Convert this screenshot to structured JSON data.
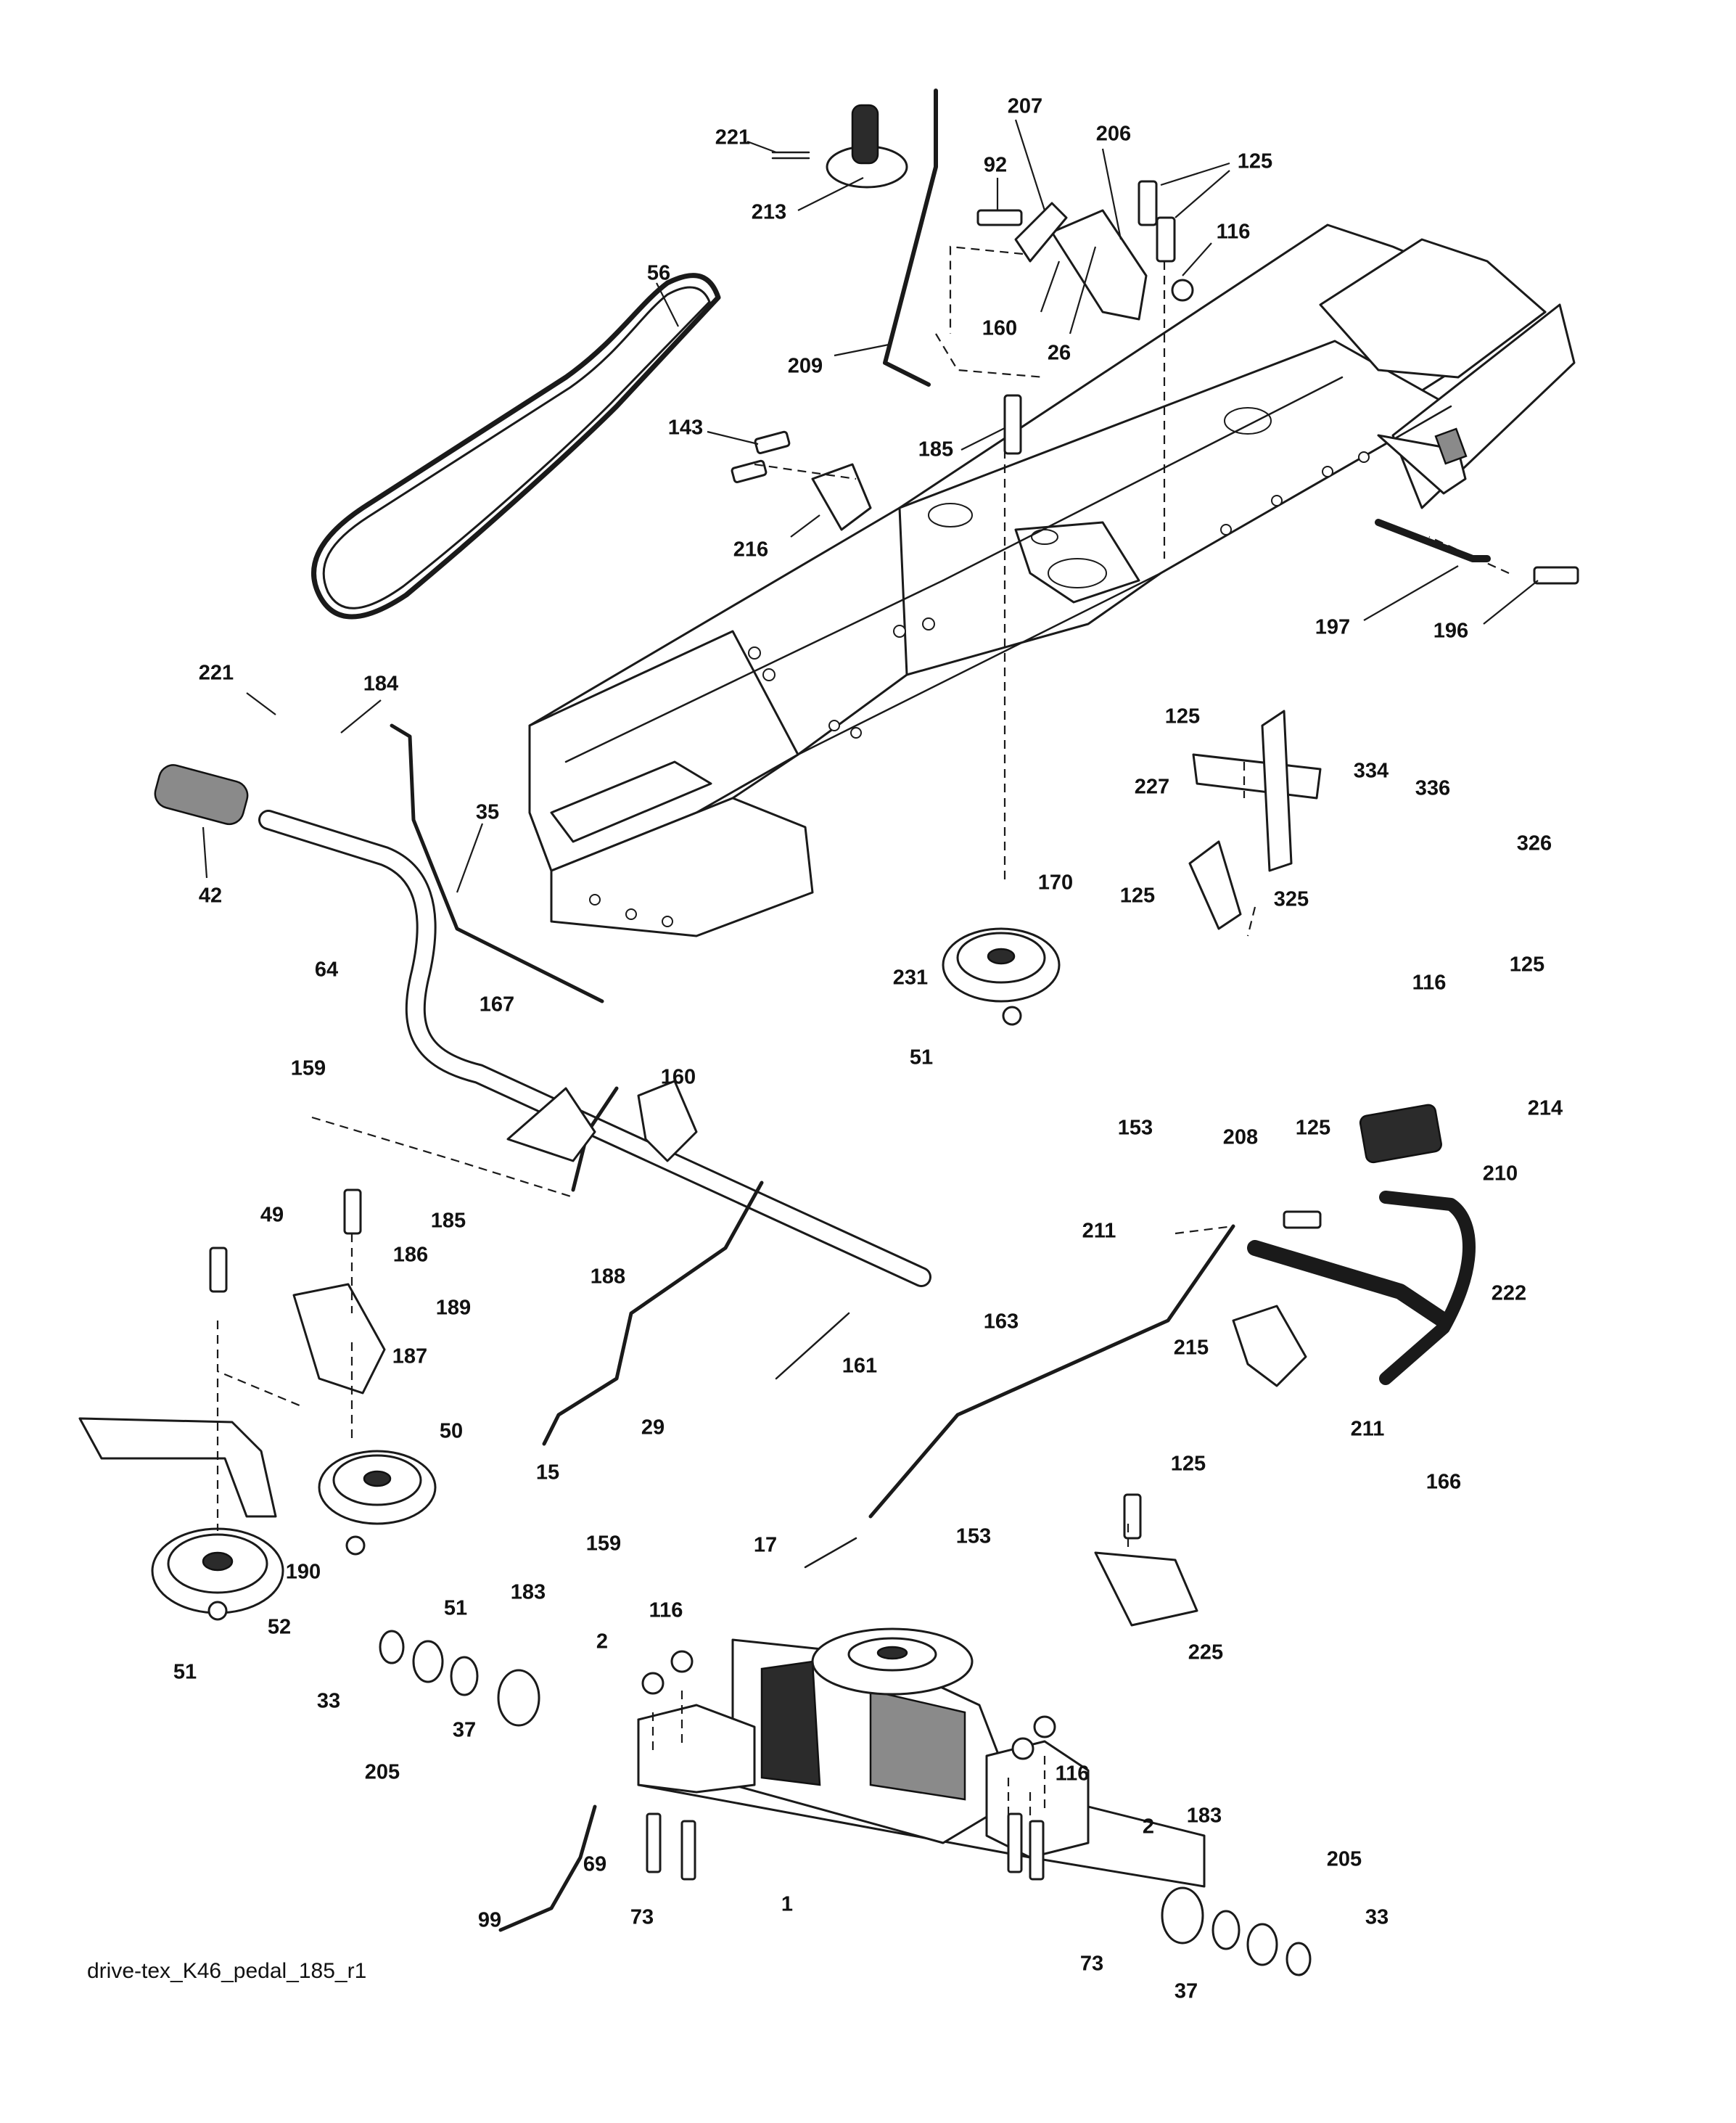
{
  "caption": "drive-tex_K46_pedal_185_r1",
  "labels": [
    "221",
    "213",
    "207",
    "92",
    "125",
    "206",
    "116",
    "56",
    "160",
    "26",
    "209",
    "143",
    "185",
    "216",
    "197",
    "196",
    "221",
    "184",
    "35",
    "42",
    "125",
    "334",
    "227",
    "336",
    "326",
    "125",
    "325",
    "170",
    "231",
    "116",
    "125",
    "51",
    "64",
    "167",
    "160",
    "159",
    "153",
    "208",
    "125",
    "214",
    "210",
    "211",
    "49",
    "185",
    "186",
    "188",
    "189",
    "187",
    "163",
    "161",
    "222",
    "215",
    "211",
    "166",
    "50",
    "29",
    "15",
    "159",
    "125",
    "190",
    "51",
    "52",
    "17",
    "153",
    "51",
    "183",
    "116",
    "2",
    "33",
    "37",
    "205",
    "225",
    "116",
    "2",
    "183",
    "69",
    "1",
    "205",
    "33",
    "99",
    "73",
    "73",
    "37"
  ]
}
